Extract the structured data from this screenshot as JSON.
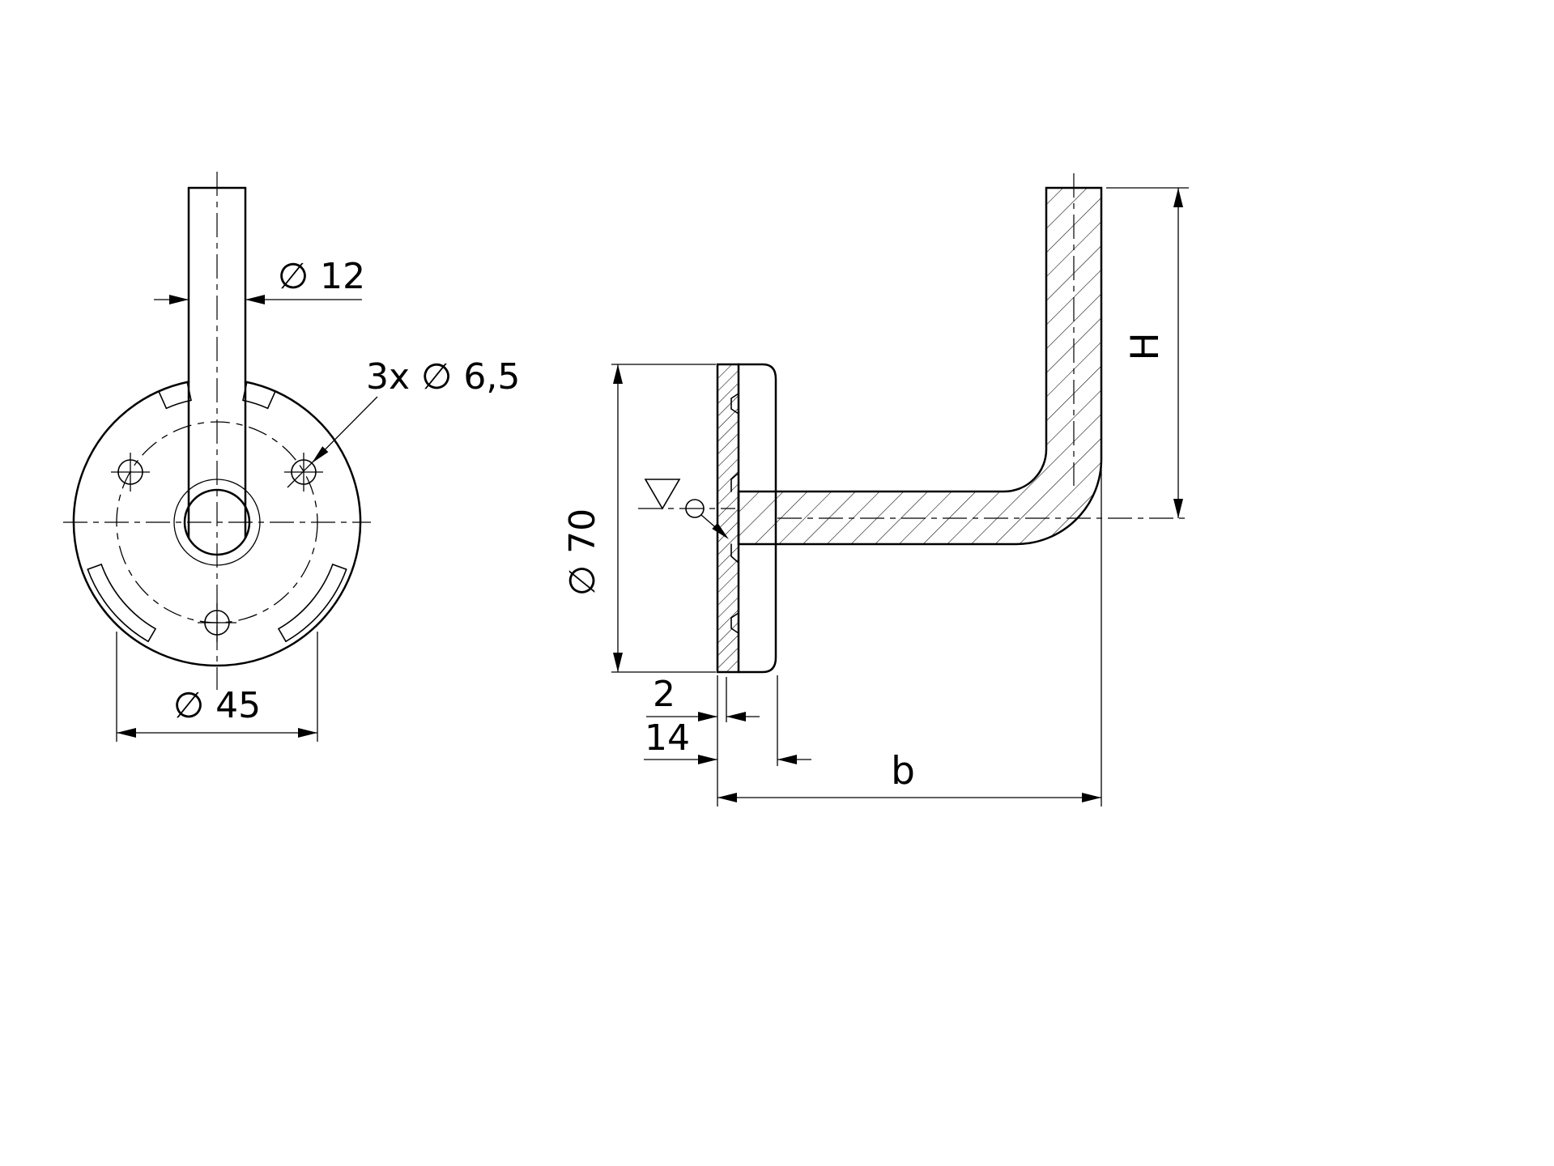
{
  "drawing": {
    "background": "#ffffff",
    "line_color": "#000000",
    "front_view": {
      "rod_diameter_label": "∅ 12",
      "holes_label": "3x ∅ 6,5",
      "bolt_circle_label": "∅ 45"
    },
    "side_view": {
      "flange_diameter_label": "∅ 70",
      "thickness_label": "2",
      "depth_label": "14",
      "length_label": "b",
      "height_label": "H"
    }
  }
}
